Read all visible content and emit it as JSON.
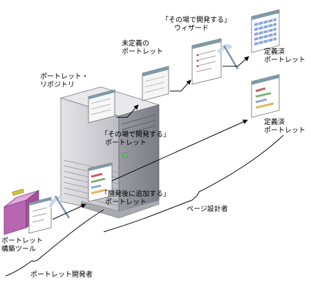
{
  "labels": {
    "portlet_repository": [
      "ポートレット・",
      "リポジトリ"
    ],
    "undefined_portlet": [
      "未定義の",
      "ポートレット"
    ],
    "wizard": [
      "「その場で開発する」",
      "ウィザード"
    ],
    "defined_portlet_top": [
      "定義済",
      "ポートレット"
    ],
    "defined_portlet_mid": [
      "定義済",
      "ポートレット"
    ],
    "build_in_place_portlet": [
      "「その場で開発する」",
      "ポートレット"
    ],
    "add_later_portlet": [
      "「開発後に追加する」",
      "ポートレット"
    ],
    "page_designer": "ページ設計者",
    "portlet_build_tool": [
      "ポートレット",
      "構築ツール"
    ],
    "portlet_developer": "ポートレット開発者"
  },
  "colors": {
    "server_light": "#d9d9dd",
    "server_mid": "#b9b9bf",
    "server_dark": "#8e8e96",
    "toolbox": "#c77cc0",
    "window_title": "#7f9aa8",
    "grid_cell": "#8aa6dd",
    "list_bar": "#7fb07a"
  }
}
